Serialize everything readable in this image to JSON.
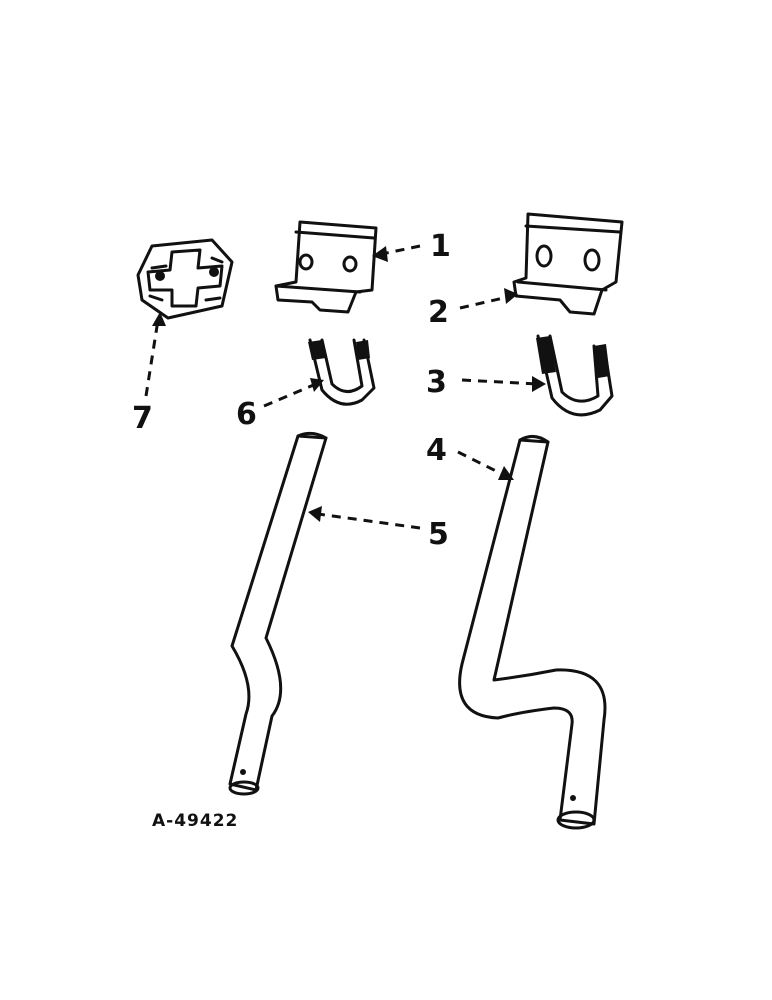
{
  "callouts": {
    "c1": "1",
    "c2": "2",
    "c3": "3",
    "c4": "4",
    "c5": "5",
    "c6": "6",
    "c7": "7"
  },
  "drawing_code": "A-49422"
}
